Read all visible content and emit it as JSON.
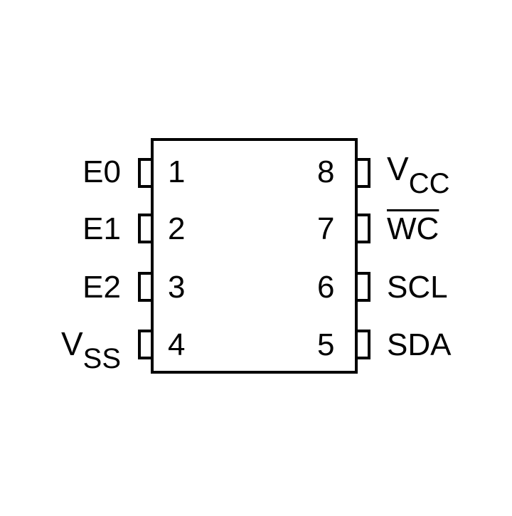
{
  "chip": {
    "pins": [
      {
        "number": "1",
        "name": "E0"
      },
      {
        "number": "2",
        "name": "E1"
      },
      {
        "number": "3",
        "name": "E2"
      },
      {
        "number": "4",
        "name_main": "V",
        "name_sub": "SS"
      },
      {
        "number": "5",
        "name": "SDA"
      },
      {
        "number": "6",
        "name": "SCL"
      },
      {
        "number": "7",
        "name": "WC",
        "overline": true
      },
      {
        "number": "8",
        "name_main": "V",
        "name_sub": "CC"
      }
    ]
  }
}
